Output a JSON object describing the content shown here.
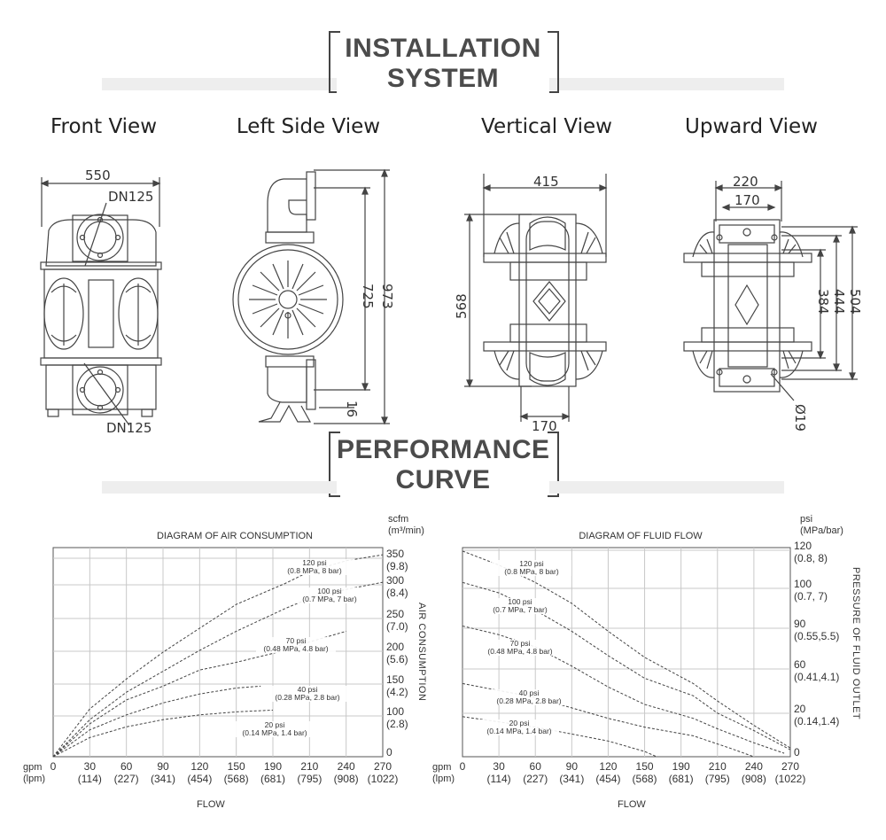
{
  "headers": {
    "installation": [
      "INSTALLATION",
      "SYSTEM"
    ],
    "performance": [
      "PERFORMANCE",
      "CURVE"
    ]
  },
  "views": {
    "front": "Front View",
    "left_side": "Left Side View",
    "vertical": "Vertical View",
    "upward": "Upward View"
  },
  "dimensions": {
    "front_width": "550",
    "front_inlet": "DN125",
    "front_outlet": "DN125",
    "side_height_inner": "725",
    "side_height_total": "973",
    "side_base": "16",
    "vertical_width": "415",
    "vertical_height": "568",
    "vertical_bottom": "170",
    "upward_outer": "220",
    "upward_inner": "170",
    "upward_h1": "504",
    "upward_h2": "444",
    "upward_h3": "384",
    "upward_hole": "Ø19"
  },
  "colors": {
    "line": "#444444",
    "band": "#eeeeee",
    "grid": "#bbbbbb"
  },
  "chart_data": [
    {
      "type": "line",
      "title": "DIAGRAM OF AIR CONSUMPTION",
      "xlabel": "FLOW",
      "ylabel": "AIR CONSUMPTION",
      "x_unit_primary": "gpm",
      "x_unit_secondary": "(lpm)",
      "x_ticks": [
        "0",
        "30",
        "60",
        "90",
        "120",
        "150",
        "190",
        "210",
        "240",
        "270"
      ],
      "x_ticks_secondary": [
        "",
        "(114)",
        "(227)",
        "(341)",
        "(454)",
        "(568)",
        "(681)",
        "(795)",
        "(908)",
        "(1022)"
      ],
      "y_unit_primary": "scfm",
      "y_unit_secondary": "(m³/min)",
      "y_ticks": [
        "350",
        "300",
        "250",
        "200",
        "150",
        "100",
        "0"
      ],
      "y_ticks_secondary": [
        "(9.8)",
        "(8.4)",
        "(7.0)",
        "(5.6)",
        "(4.2)",
        "(2.8)",
        ""
      ],
      "xlim": [
        0,
        270
      ],
      "ylim": [
        0,
        350
      ],
      "series": [
        {
          "name": "120 psi",
          "sub": "(0.8 MPa, 8 bar)",
          "x": [
            0,
            30,
            60,
            90,
            120,
            150,
            190,
            210,
            240,
            270
          ],
          "y": [
            0,
            80,
            130,
            175,
            215,
            255,
            290,
            310,
            328,
            338
          ]
        },
        {
          "name": "100 psi",
          "sub": "(0.7 MPa, 7 bar)",
          "x": [
            0,
            30,
            60,
            90,
            120,
            150,
            190,
            210,
            240,
            270
          ],
          "y": [
            0,
            62,
            108,
            143,
            178,
            210,
            248,
            265,
            280,
            292
          ]
        },
        {
          "name": "70 psi",
          "sub": "(0.48 MPa, 4.8 bar)",
          "x": [
            0,
            30,
            60,
            90,
            120,
            150,
            190,
            210,
            240
          ],
          "y": [
            0,
            55,
            95,
            118,
            145,
            158,
            178,
            192,
            210
          ]
        },
        {
          "name": "40 psi",
          "sub": "(0.28 MPa, 2.8 bar)",
          "x": [
            0,
            30,
            60,
            90,
            120,
            150,
            170
          ],
          "y": [
            0,
            45,
            70,
            90,
            105,
            115,
            118
          ]
        },
        {
          "name": "20 psi",
          "sub": "(0.14 MPa, 1.4 bar)",
          "x": [
            0,
            30,
            60,
            90,
            120,
            150,
            180
          ],
          "y": [
            0,
            32,
            50,
            62,
            70,
            75,
            78
          ]
        }
      ]
    },
    {
      "type": "line",
      "title": "DIAGRAM OF FLUID FLOW",
      "xlabel": "FLOW",
      "ylabel": "PRESSURE OF FLUID OUTLET",
      "x_unit_primary": "gpm",
      "x_unit_secondary": "(lpm)",
      "x_ticks": [
        "0",
        "30",
        "60",
        "90",
        "120",
        "150",
        "190",
        "210",
        "240",
        "270"
      ],
      "x_ticks_secondary": [
        "",
        "(114)",
        "(227)",
        "(341)",
        "(454)",
        "(568)",
        "(681)",
        "(795)",
        "(908)",
        "(1022)"
      ],
      "y_unit_primary": "psi",
      "y_unit_secondary": "(MPa/bar)",
      "y_ticks": [
        "120",
        "100",
        "90",
        "60",
        "20",
        "0"
      ],
      "y_ticks_secondary": [
        "(0.8, 8)",
        "(0.7, 7)",
        "(0.55,5.5)",
        "(0.41,4.1)",
        "(0.14,1.4)",
        ""
      ],
      "xlim": [
        0,
        270
      ],
      "ylim": [
        0,
        120
      ],
      "series": [
        {
          "name": "120 psi",
          "sub": "(0.8 MPa, 8 bar)",
          "x": [
            0,
            30,
            60,
            90,
            120,
            150,
            190,
            210,
            240,
            270
          ],
          "y": [
            118,
            110,
            100,
            88,
            72,
            57,
            42,
            32,
            18,
            5
          ]
        },
        {
          "name": "100 psi",
          "sub": "(0.7 MPa, 7 bar)",
          "x": [
            0,
            30,
            60,
            90,
            120,
            150,
            190,
            210,
            240,
            270
          ],
          "y": [
            100,
            94,
            84,
            72,
            58,
            45,
            35,
            25,
            15,
            4
          ]
        },
        {
          "name": "70 psi",
          "sub": "(0.48 MPa, 4.8 bar)",
          "x": [
            0,
            30,
            60,
            90,
            120,
            150,
            190,
            210,
            240,
            265
          ],
          "y": [
            75,
            70,
            63,
            52,
            40,
            30,
            22,
            16,
            8,
            2
          ]
        },
        {
          "name": "40 psi",
          "sub": "(0.28 MPa, 2.8 bar)",
          "x": [
            0,
            30,
            60,
            90,
            120,
            150,
            190,
            220,
            240
          ],
          "y": [
            42,
            38,
            34,
            28,
            22,
            17,
            12,
            5,
            0
          ]
        },
        {
          "name": "20 psi",
          "sub": "(0.14 MPa, 1.4 bar)",
          "x": [
            0,
            30,
            60,
            90,
            120,
            150,
            160
          ],
          "y": [
            23,
            20,
            17,
            13,
            9,
            3,
            0
          ]
        }
      ]
    }
  ]
}
